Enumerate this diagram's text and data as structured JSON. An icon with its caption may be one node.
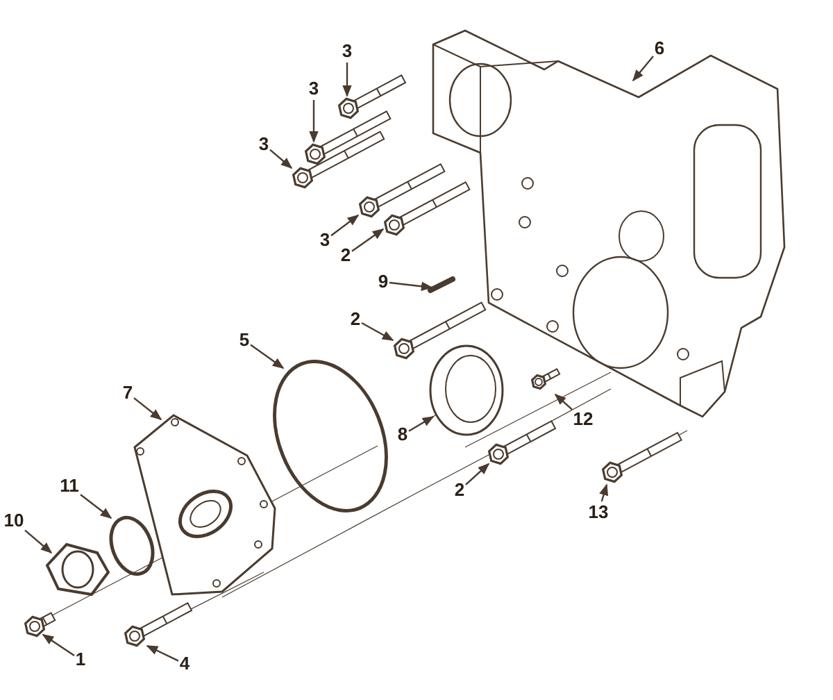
{
  "diagram": {
    "nodes": [
      {
        "text": [
          "3"
        ]
      },
      {
        "text": [],
        "shape": "picture"
      },
      {
        "text": [
          "6"
        ]
      },
      {
        "text": [],
        "shape": "picture"
      },
      {
        "text": [
          "3"
        ]
      },
      {
        "text": [],
        "shape": "picture"
      },
      {
        "text": [
          "3"
        ]
      },
      {
        "text": [],
        "shape": "picture"
      },
      {
        "text": [
          "3"
        ]
      },
      {
        "text": [],
        "shape": "picture"
      },
      {
        "text": [
          "2"
        ]
      },
      {
        "text": [],
        "shape": "picture"
      },
      {
        "text": [
          "9"
        ]
      },
      {
        "text": [],
        "shape": "picture"
      },
      {
        "text": [
          "2"
        ]
      },
      {
        "text": [],
        "shape": "picture"
      },
      {
        "text": [
          "5"
        ]
      },
      {
        "text": [],
        "shape": "circle"
      },
      {
        "text": [
          "7"
        ]
      },
      {
        "text": [],
        "shape": "picture"
      },
      {
        "text": [
          "8"
        ]
      },
      {
        "text": [],
        "shape": "picture"
      },
      {
        "text": [
          "12"
        ]
      },
      {
        "text": [],
        "shape": "picture"
      },
      {
        "text": [
          "2"
        ]
      },
      {
        "text": [],
        "shape": "picture"
      },
      {
        "text": [
          "11"
        ]
      },
      {
        "text": [],
        "shape": "circle"
      },
      {
        "text": [
          "10"
        ]
      },
      {
        "text": [],
        "shape": "picture"
      },
      {
        "text": [
          "13"
        ]
      },
      {
        "text": [],
        "shape": "picture"
      },
      {
        "text": [
          "1"
        ]
      },
      {
        "text": [],
        "shape": "picture"
      },
      {
        "text": [
          "4"
        ]
      },
      {
        "text": [],
        "shape": "picture"
      }
    ],
    "edges": [
      {
        "from": 0,
        "to": 1,
        "arrow": "to"
      },
      {
        "from": 2,
        "to": 3,
        "arrow": "to"
      },
      {
        "from": 4,
        "to": 5,
        "arrow": "to"
      },
      {
        "from": 6,
        "to": 7,
        "arrow": "to"
      },
      {
        "from": 8,
        "to": 9,
        "arrow": "to"
      },
      {
        "from": 10,
        "to": 11,
        "arrow": "to"
      },
      {
        "from": 12,
        "to": 13,
        "arrow": "to"
      },
      {
        "from": 14,
        "to": 15,
        "arrow": "to"
      },
      {
        "from": 16,
        "to": 17,
        "arrow": "to"
      },
      {
        "from": 18,
        "to": 19,
        "arrow": "to"
      },
      {
        "from": 20,
        "to": 21,
        "arrow": "to"
      },
      {
        "from": 22,
        "to": 23,
        "arrow": "to"
      },
      {
        "from": 24,
        "to": 25,
        "arrow": "to"
      },
      {
        "from": 26,
        "to": 27,
        "arrow": "to"
      },
      {
        "from": 28,
        "to": 29,
        "arrow": "to"
      },
      {
        "from": 30,
        "to": 31,
        "arrow": "to"
      },
      {
        "from": 32,
        "to": 33,
        "arrow": "to"
      },
      {
        "from": 34,
        "to": 35,
        "arrow": "to"
      }
    ]
  }
}
